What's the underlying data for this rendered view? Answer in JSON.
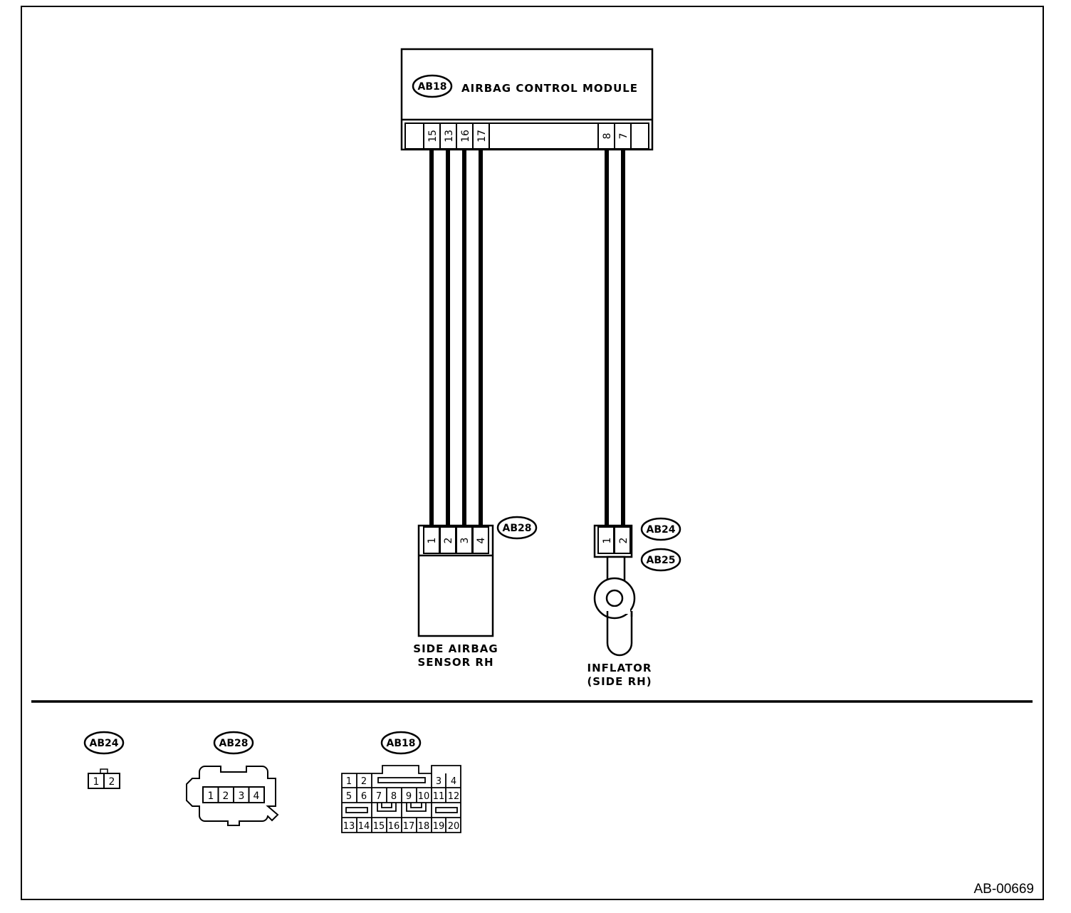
{
  "module": {
    "tag": "AB18",
    "name": "AIRBAG CONTROL MODULE",
    "pins": [
      "15",
      "13",
      "16",
      "17",
      "8",
      "7"
    ]
  },
  "sensor": {
    "tag": "AB28",
    "pins": [
      "1",
      "2",
      "3",
      "4"
    ],
    "label_line1": "SIDE AIRBAG",
    "label_line2": "SENSOR RH"
  },
  "inflator": {
    "tag1": "AB24",
    "tag2": "AB25",
    "pins": [
      "1",
      "2"
    ],
    "label_line1": "INFLATOR",
    "label_line2": "(SIDE RH)"
  },
  "connector_views": {
    "ab24": {
      "tag": "AB24",
      "pins": [
        "1",
        "2"
      ]
    },
    "ab28": {
      "tag": "AB28",
      "pins": [
        "1",
        "2",
        "3",
        "4"
      ]
    },
    "ab18": {
      "tag": "AB18",
      "pins": [
        "1",
        "2",
        "3",
        "4",
        "5",
        "6",
        "7",
        "8",
        "9",
        "10",
        "11",
        "12",
        "13",
        "14",
        "15",
        "16",
        "17",
        "18",
        "19",
        "20"
      ]
    }
  },
  "diagram_id": "AB-00669"
}
